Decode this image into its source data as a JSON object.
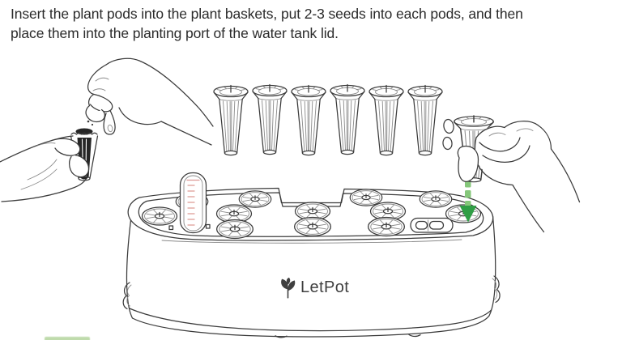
{
  "instruction": {
    "lines": [
      "Insert the plant pods into the plant baskets, put 2-3 seeds into each pods, and then",
      "place them into the planting port of the water tank lid."
    ]
  },
  "device": {
    "brand": "LetPot",
    "plant_baskets_in_row": 6,
    "planting_ports_on_lid": 12,
    "seeds_per_pod": "2-3"
  },
  "colors": {
    "text": "#2b2b2b",
    "line_art": "#3b3b3b",
    "line_art_light": "#8a8a8a",
    "arrow_dash_green": "#85c77a",
    "arrow_head_green": "#2f9e45",
    "water_level_tick_red": "#dd9a95",
    "pod_dark": "#262626",
    "brand_text": "#3f3f3f",
    "cutoff_fragment_green": "#8cbf6a"
  }
}
